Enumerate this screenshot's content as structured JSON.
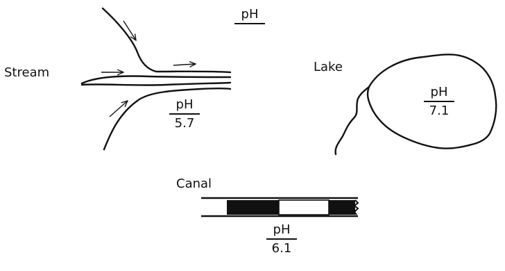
{
  "labels": {
    "stream": "Stream",
    "lake": "Lake",
    "canal": "Canal"
  },
  "ph": {
    "top_label": "pH",
    "stream_label": "pH",
    "stream_value": "5.7",
    "lake_label": "pH",
    "lake_value": "7.1",
    "canal_label": "pH",
    "canal_value": "6.1"
  },
  "colors": {
    "ink": "#111111",
    "background": "#ffffff"
  }
}
